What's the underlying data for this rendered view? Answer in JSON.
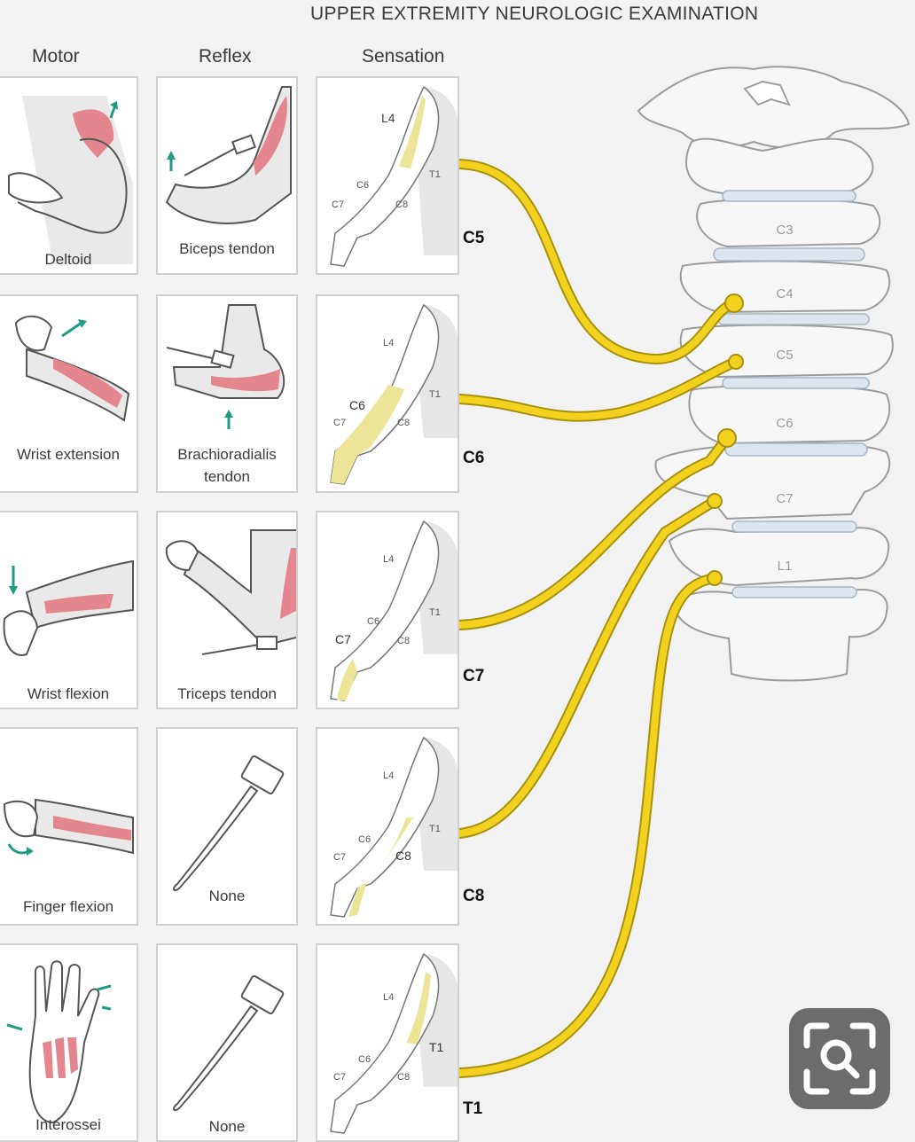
{
  "title": "UPPER EXTREMITY NEUROLOGIC EXAMINATION",
  "columns": {
    "motor": "Motor",
    "reflex": "Reflex",
    "sensation": "Sensation"
  },
  "rows": [
    {
      "level": "C5",
      "motor": "Deltoid",
      "reflex": "Biceps tendon",
      "sensation": {
        "highlight": "L4"
      }
    },
    {
      "level": "C6",
      "motor": "Wrist extension",
      "reflex": "Brachioradialis tendon",
      "sensation": {
        "highlight": "C6"
      }
    },
    {
      "level": "C7",
      "motor": "Wrist flexion",
      "reflex": "Triceps tendon",
      "sensation": {
        "highlight": "C7"
      }
    },
    {
      "level": "C8",
      "motor": "Finger flexion",
      "reflex": "None",
      "sensation": {
        "highlight": "C8"
      }
    },
    {
      "level": "T1",
      "motor": "Interossei",
      "reflex": "None",
      "sensation": {
        "highlight": "T1"
      }
    }
  ],
  "dermatome_labels": {
    "l4": "L4",
    "t1": "T1",
    "c6": "C6",
    "c8": "C8",
    "c7": "C7"
  },
  "vertebrae": [
    "C3",
    "C4",
    "C5",
    "C6",
    "C7",
    "L1"
  ],
  "colors": {
    "nerve": "#f2d21e",
    "nerve_edge": "#a7920d",
    "muscle": "#e3868e",
    "arrow": "#1f9c84",
    "dermatome": "#ece597"
  },
  "icons": {
    "zoom": "search-icon"
  }
}
